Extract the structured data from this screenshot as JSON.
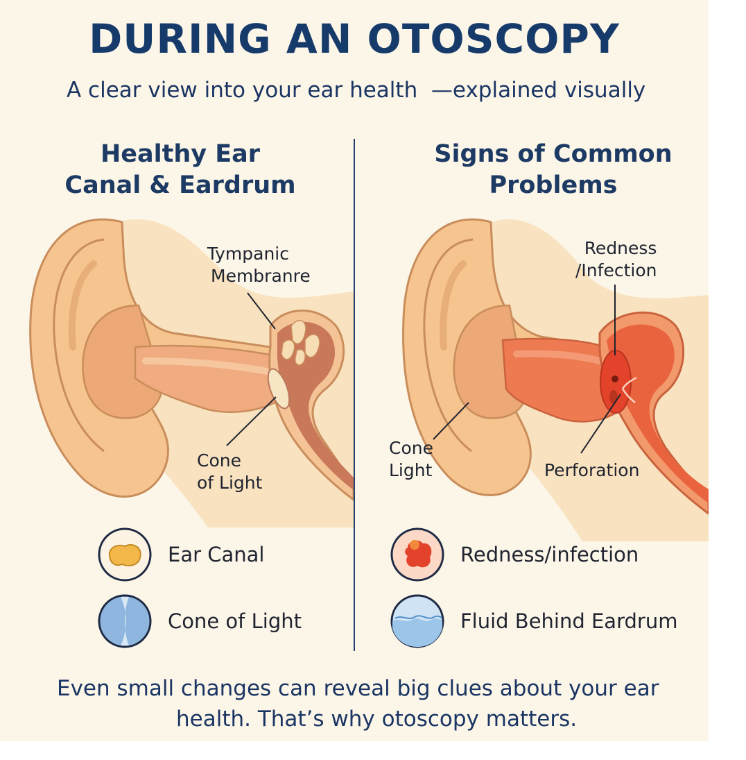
{
  "header": {
    "title": "DURING AN OTOSCOPY",
    "subtitle": "A clear view into your ear health  —explained visually"
  },
  "healthy_panel": {
    "title_line1": "Healthy Ear",
    "title_line2": "Canal & Eardrum",
    "label_tympanic_line1": "Tympanic",
    "label_tympanic_line2": "Membranre",
    "label_cone_line1": "Cone",
    "label_cone_line2": "of Light",
    "legend": [
      {
        "label": "Ear Canal",
        "icon": "ear-canal-swatch-icon"
      },
      {
        "label": "Cone of Light",
        "icon": "cone-of-light-swatch-icon"
      }
    ]
  },
  "problems_panel": {
    "title_line1": "Signs of Common",
    "title_line2": "Problems",
    "label_redness_line1": "Redness",
    "label_redness_line2": "/Infection",
    "label_cone_line1": "Cone",
    "label_cone_line2": "Light",
    "label_perforation": "Perforation",
    "legend": [
      {
        "label": "Redness/infection",
        "icon": "redness-swatch-icon"
      },
      {
        "label": "Fluid Behind Eardrum",
        "icon": "fluid-swatch-icon"
      }
    ]
  },
  "footer": {
    "line1": "Even small changes can reveal big clues about your ear",
    "line2": "health. That’s why otoscopy matters."
  },
  "colors": {
    "title": "#163b6b",
    "skin_light": "#f9d9ad",
    "skin_mid": "#f2b985",
    "canal_healthy": "#eea57a",
    "eardrum_healthy": "#c9795a",
    "canal_inflamed": "#ee7a52",
    "infection_red": "#e2432a",
    "legend_blue": "#8fb6de"
  }
}
